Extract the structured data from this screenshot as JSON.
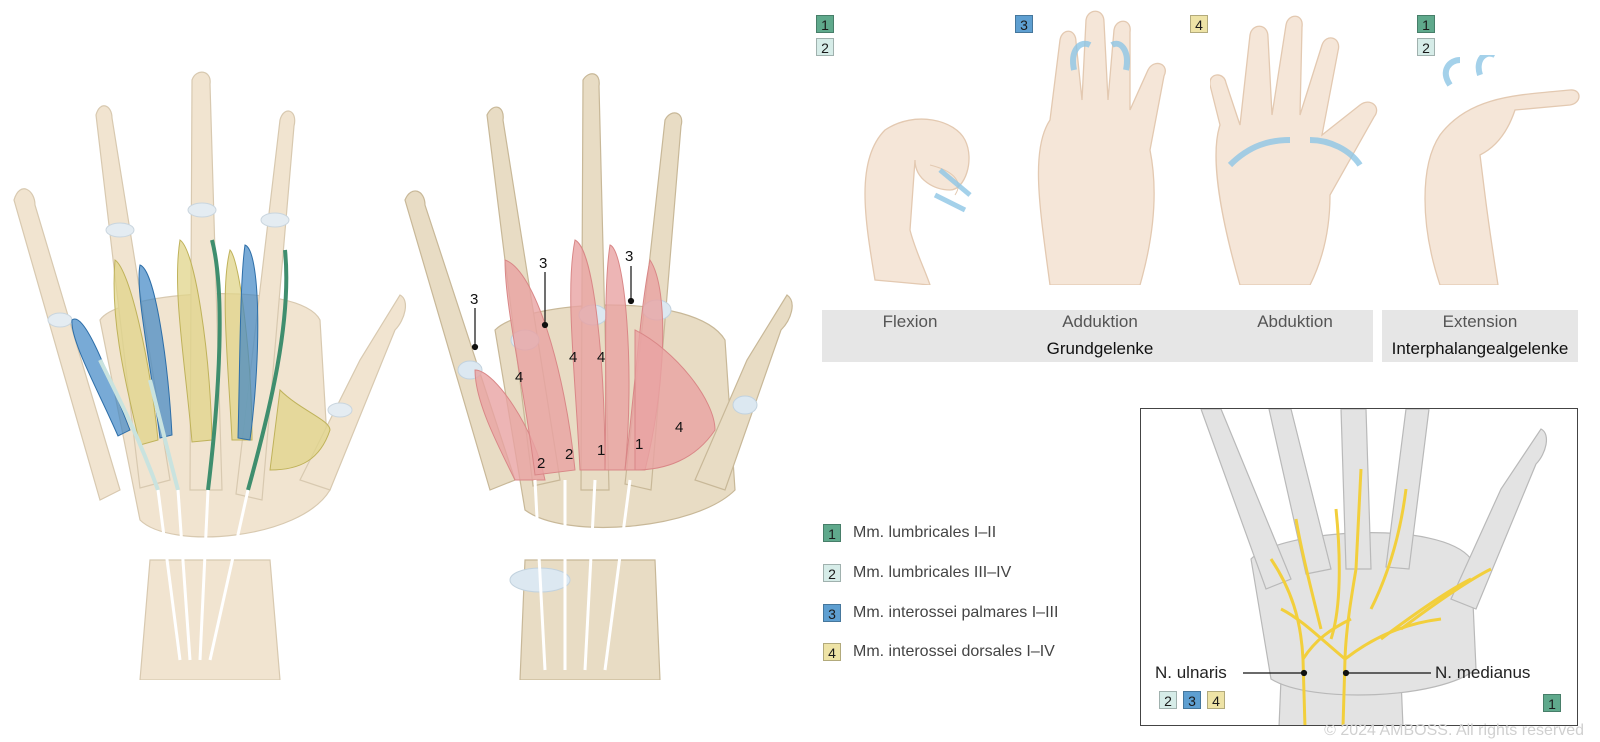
{
  "left_hand": {
    "colors": {
      "bone": "#f1e4d0",
      "lumbrical_green": "#3f8e6e",
      "lumbrical_light": "#c9e3df",
      "palmar_blue": "#3f86c4",
      "dorsal_yellow": "#e0d48a"
    }
  },
  "middle_hand": {
    "labels": {
      "l3a": "3",
      "l3b": "3",
      "l3c": "3",
      "l4a": "4",
      "l4b": "4",
      "l4c": "4",
      "l4d": "4",
      "l2a": "2",
      "l2b": "2",
      "l1a": "1",
      "l1b": "1"
    },
    "colors": {
      "muscle": "#e9a3a3",
      "bone": "#e8dcc4"
    }
  },
  "movements": {
    "badges": {
      "flexion_1": "1",
      "flexion_2": "2",
      "adduktion_3": "3",
      "abduktion_4": "4",
      "extension_1": "1",
      "extension_2": "2"
    },
    "labels": {
      "flexion": "Flexion",
      "adduktion": "Adduktion",
      "abduktion": "Abduktion",
      "extension": "Extension"
    },
    "groups": {
      "grundgelenke": "Grundgelenke",
      "interphalangeal": "Interphalangealgelenke"
    }
  },
  "legend": [
    {
      "num": "1",
      "text": "Mm. lumbricales I–II",
      "color": "#5fa98c"
    },
    {
      "num": "2",
      "text": "Mm. lumbricales III–IV",
      "color": "#d6ece8"
    },
    {
      "num": "3",
      "text": "Mm. interossei palmares I–III",
      "color": "#5e9fd1"
    },
    {
      "num": "4",
      "text": "Mm. interossei dorsales I–IV",
      "color": "#eee3a6"
    }
  ],
  "nerve_inset": {
    "ulnaris_label": "N. ulnaris",
    "medianus_label": "N. medianus",
    "ulnaris_badges": [
      "2",
      "3",
      "4"
    ],
    "medianus_badges": [
      "1"
    ],
    "nerve_color": "#f2cf3c"
  },
  "copyright": "© 2024 AMBOSS. All rights reserved"
}
